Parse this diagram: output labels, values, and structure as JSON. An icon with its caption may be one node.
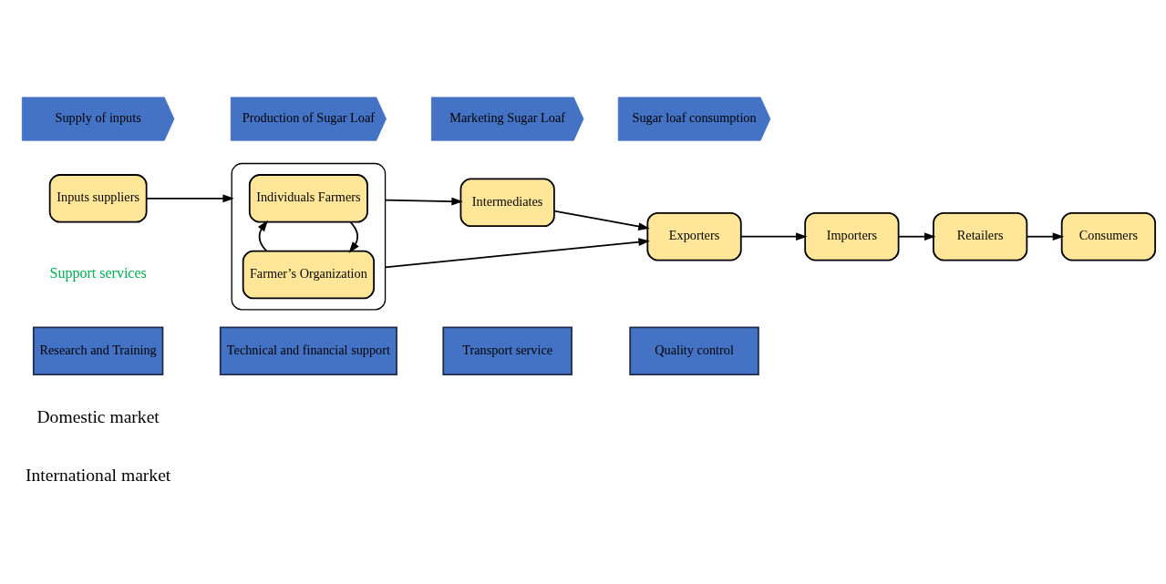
{
  "diagram": {
    "nodes": [
      {
        "text": [
          "Supply of inputs"
        ]
      },
      {
        "text": [
          "Production of Sugar Loaf"
        ]
      },
      {
        "text": [
          "Marketing Sugar Loaf"
        ]
      },
      {
        "text": [
          "Sugar loaf consumption"
        ]
      },
      {
        "text": [
          "Inputs suppliers"
        ]
      },
      {
        "text": [],
        "shape": "box"
      },
      {
        "text": [
          "Individuals Farmers"
        ],
        "in": 5
      },
      {
        "text": [
          "Farmer’s Organization"
        ],
        "in": 5
      },
      {
        "text": [
          "Intermediates"
        ]
      },
      {
        "text": [
          "Exporters"
        ]
      },
      {
        "text": [
          "Importers"
        ]
      },
      {
        "text": [
          "Retailers"
        ]
      },
      {
        "text": [
          "Consumers"
        ]
      },
      {
        "text": [
          "Research and Training"
        ]
      },
      {
        "text": [
          "Technical and financial support"
        ]
      },
      {
        "text": [
          "Transport service"
        ]
      },
      {
        "text": [
          "Quality control"
        ]
      }
    ],
    "edges": [
      {
        "from": 4,
        "to": 5,
        "arrow": "to"
      },
      {
        "from": 6,
        "to": 7,
        "arrow": "to"
      },
      {
        "from": 7,
        "to": 6,
        "arrow": "to"
      },
      {
        "from": 5,
        "to": 8,
        "arrow": "to"
      },
      {
        "from": 5,
        "to": 9,
        "arrow": "to"
      },
      {
        "from": 8,
        "to": 9,
        "arrow": "to"
      },
      {
        "from": 9,
        "to": 10,
        "arrow": "to"
      },
      {
        "from": 10,
        "to": 11,
        "arrow": "to"
      },
      {
        "from": 11,
        "to": 12,
        "arrow": "to"
      }
    ],
    "labels": [
      "Support services",
      "Domestic market",
      "International market"
    ]
  }
}
